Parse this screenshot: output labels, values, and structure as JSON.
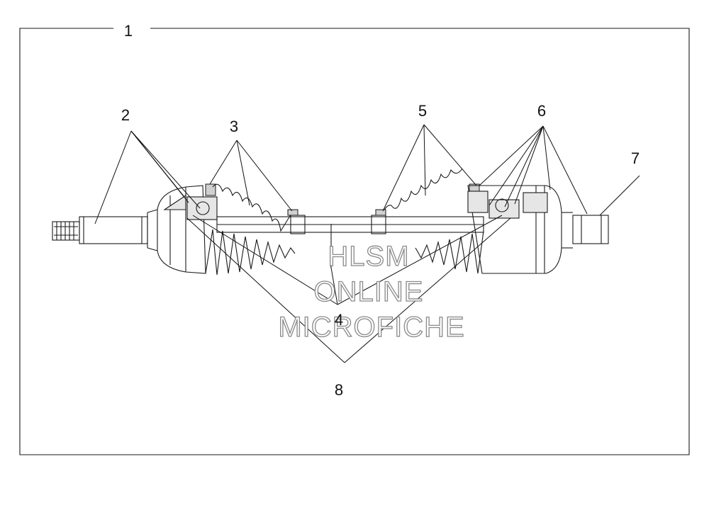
{
  "callouts": {
    "c1": "1",
    "c2": "2",
    "c3": "3",
    "c4": "4",
    "c5": "5",
    "c6": "6",
    "c7": "7",
    "c8": "8"
  },
  "watermark": {
    "line1": "HLSM",
    "line2": "ONLINE",
    "line3": "MICROFICHE"
  },
  "colors": {
    "line": "#1a1a1a",
    "shading": "#e6e6e6",
    "watermark_outline": "#8a8a8a"
  }
}
